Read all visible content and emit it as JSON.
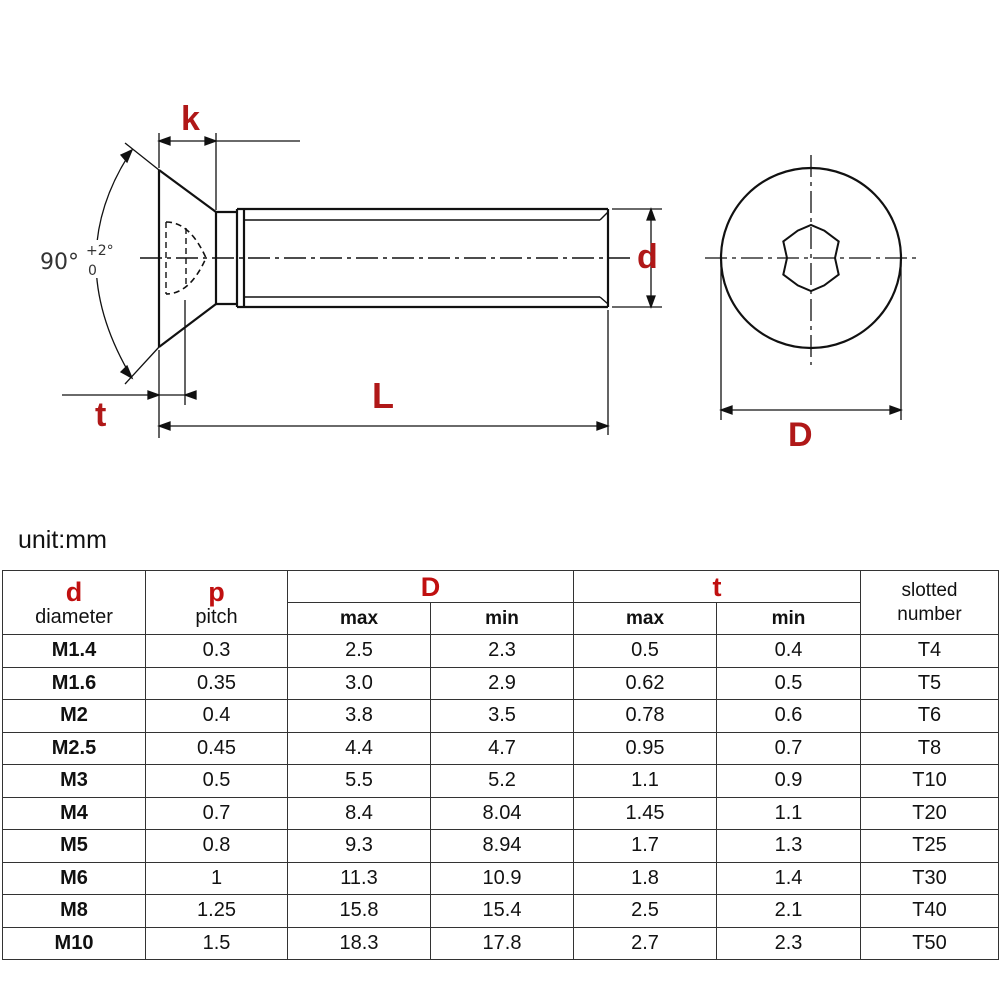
{
  "drawing": {
    "labels": {
      "k": "k",
      "d": "d",
      "L": "L",
      "t": "t",
      "D": "D"
    },
    "angle": {
      "base": "90°",
      "plus": "+2°",
      "minus": "0"
    }
  },
  "unit_label": "unit:mm",
  "table": {
    "headers": {
      "d": {
        "symbol": "d",
        "text": "diameter"
      },
      "p": {
        "symbol": "p",
        "text": "pitch"
      },
      "D": {
        "symbol": "D"
      },
      "t": {
        "symbol": "t"
      },
      "slotted": {
        "line1": "slotted",
        "line2": "number"
      },
      "max": "max",
      "min": "min"
    },
    "rows": [
      [
        "M1.4",
        "0.3",
        "2.5",
        "2.3",
        "0.5",
        "0.4",
        "T4"
      ],
      [
        "M1.6",
        "0.35",
        "3.0",
        "2.9",
        "0.62",
        "0.5",
        "T5"
      ],
      [
        "M2",
        "0.4",
        "3.8",
        "3.5",
        "0.78",
        "0.6",
        "T6"
      ],
      [
        "M2.5",
        "0.45",
        "4.4",
        "4.7",
        "0.95",
        "0.7",
        "T8"
      ],
      [
        "M3",
        "0.5",
        "5.5",
        "5.2",
        "1.1",
        "0.9",
        "T10"
      ],
      [
        "M4",
        "0.7",
        "8.4",
        "8.04",
        "1.45",
        "1.1",
        "T20"
      ],
      [
        "M5",
        "0.8",
        "9.3",
        "8.94",
        "1.7",
        "1.3",
        "T25"
      ],
      [
        "M6",
        "1",
        "11.3",
        "10.9",
        "1.8",
        "1.4",
        "T30"
      ],
      [
        "M8",
        "1.25",
        "15.8",
        "15.4",
        "2.5",
        "2.1",
        "T40"
      ],
      [
        "M10",
        "1.5",
        "18.3",
        "17.8",
        "2.7",
        "2.3",
        "T50"
      ]
    ]
  }
}
